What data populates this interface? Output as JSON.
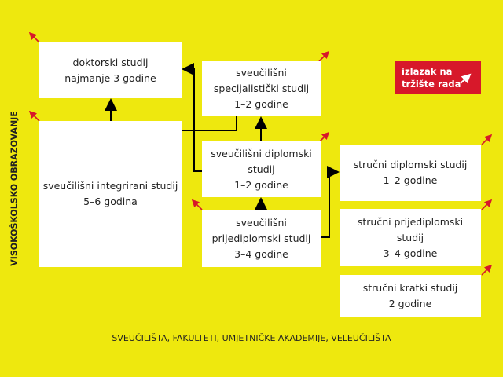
{
  "boxes": {
    "doktorski": [
      "doktorski studij",
      "najmanje 3 godine"
    ],
    "specijalisticki": [
      "sveučilišni",
      "specijalistički studij",
      "1–2 godine"
    ],
    "integrirani": [
      "sveučilišni integrirani studij",
      "5–6 godina"
    ],
    "diplomski": [
      "sveučilišni diplomski",
      "studij",
      "1–2 godine"
    ],
    "prijediplomski": [
      "sveučilišni",
      "prijediplomski studij",
      "3–4 godine"
    ],
    "strucni_diplomski": [
      "stručni diplomski studij",
      "1–2 godine"
    ],
    "strucni_prijediplomski": [
      "stručni prijediplomski",
      "studij",
      "3–4 godine"
    ],
    "strucni_kratki": [
      "stručni kratki studij",
      "2 godine"
    ]
  },
  "legend": {
    "line1": "izlazak na",
    "line2": "tržište rada"
  },
  "side_label": "VISOKOŠKOLSKO OBRAZOVANJE",
  "bottom_label": "SVEUČILIŠTA, FAKULTETI, UMJETNIČKE AKADEMIJE, VELEUČILIŠTA",
  "colors": {
    "background": "#EEE80E",
    "exit": "#D7182A"
  }
}
